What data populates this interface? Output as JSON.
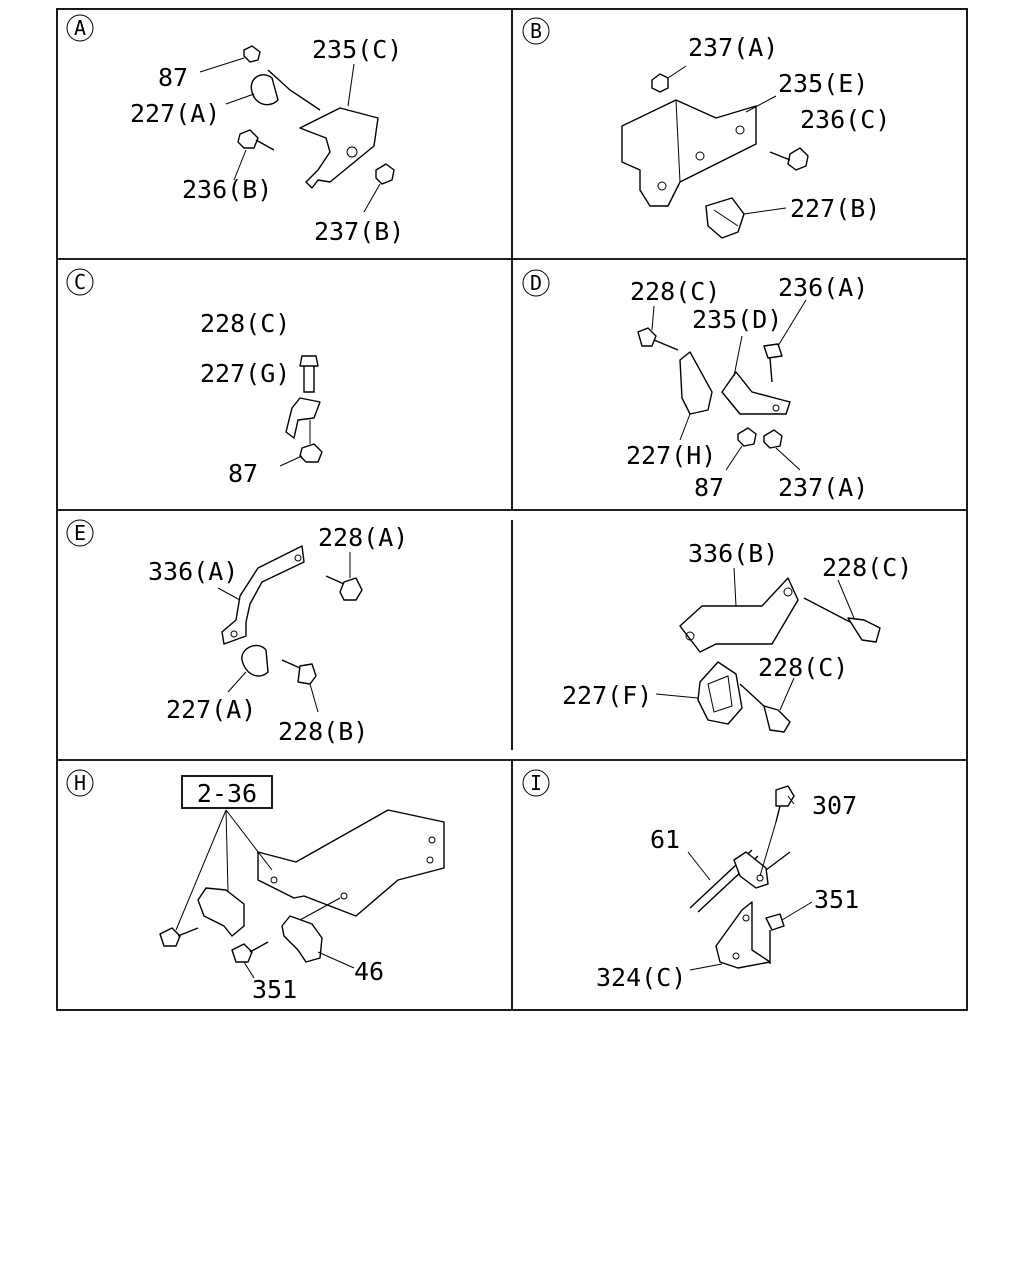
{
  "panels": [
    {
      "id": "A",
      "letter": "A",
      "labels": [
        "87",
        "227(A)",
        "235(C)",
        "236(B)",
        "237(B)"
      ]
    },
    {
      "id": "B",
      "letter": "B",
      "labels": [
        "237(A)",
        "235(E)",
        "236(C)",
        "227(B)"
      ]
    },
    {
      "id": "C",
      "letter": "C",
      "labels": [
        "228(C)",
        "227(G)",
        "87"
      ]
    },
    {
      "id": "D",
      "letter": "D",
      "labels": [
        "228(C)",
        "236(A)",
        "235(D)",
        "227(H)",
        "87",
        "237(A)"
      ]
    },
    {
      "id": "E",
      "letter": "E",
      "labels": [
        "336(A)",
        "228(A)",
        "227(A)",
        "228(B)"
      ]
    },
    {
      "id": "F",
      "letter": "",
      "labels": [
        "336(B)",
        "228(C)",
        "227(F)",
        "228(C)"
      ]
    },
    {
      "id": "H",
      "letter": "H",
      "labels": [
        "2-36",
        "351",
        "46"
      ]
    },
    {
      "id": "I",
      "letter": "I",
      "labels": [
        "307",
        "61",
        "351",
        "324(C)"
      ]
    }
  ]
}
